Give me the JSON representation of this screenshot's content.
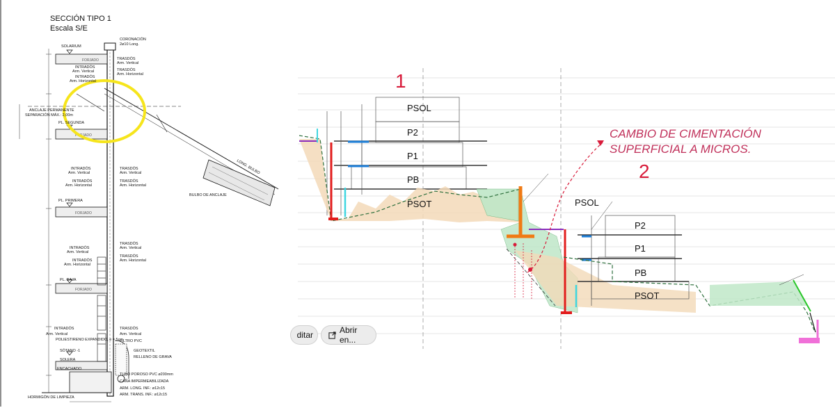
{
  "left_section": {
    "title": "SECCIÓN TIPO 1",
    "scale": "Escala S/E",
    "labels": {
      "solarium": "SOLARIUM",
      "coronacion": "CORONACIÓN",
      "coronacion_sub": "2ø10 Long.",
      "trasdos": "TRASDÓS",
      "intrados": "INTRADÓS",
      "arm_vertical": "Arm. Vertical",
      "arm_horizontal": "Arm. Horizontal",
      "anclaje": "ANCLAJE PERMANENTE",
      "separacion": "SEPARACIÓN MÁX.: 2,00m",
      "pl_segunda": "PL. SEGUNDA",
      "pl_primera": "PL. PRIMERA",
      "pl_baja": "PL. BAJA",
      "sotano": "SÓTANO -1",
      "solera": "SOLERA",
      "encachado": "ENCACHADO",
      "forjado": "FORJADO",
      "bulbo": "BULBO DE ANCLAJE",
      "long_bulbo": "LONG. BULBO",
      "filtro": "FILTRO PVC",
      "poliestireno": "POLIESTIRENO EXPANDIDO, e = 5cm",
      "geotextil": "GEOTEXTIL",
      "relleno": "RELLENO DE GRAVA",
      "tubo": "TUBO POROSO PVC ø200mm",
      "cana": "CAÑA IMPERMEABILIZADA",
      "arm_long": "ARM. LONG. INF.: ø12c15",
      "arm_trans": "ARM. TRANS. INF.: ø12c15",
      "hormigon": "HORMIGÓN DE LIMPIEZA"
    }
  },
  "right_section": {
    "marker_1": "1",
    "marker_2": "2",
    "annotation_line1": "CAMBIO DE CIMENTACIÓN",
    "annotation_line2": "SUPERFICIAL A MICROS.",
    "building1": {
      "psol": "PSOL",
      "p2": "P2",
      "p1": "P1",
      "pb": "PB",
      "psot": "PSOT"
    },
    "building2": {
      "psol": "PSOL",
      "p2": "P2",
      "p1": "P1",
      "pb": "PB",
      "psot": "PSOT"
    }
  },
  "overlay": {
    "edit_label": "ditar",
    "open_label": "Abrir en...",
    "open_icon": "external-link-icon"
  },
  "colors": {
    "highlight": "#f6e51c",
    "annotation": "#d81b3a",
    "wall_red": "#e21d1d",
    "wall_orange": "#f07a14",
    "slab_blue": "#1e7fd8",
    "cyan": "#3fd6e0",
    "purple": "#8a2bbd",
    "green_fill": "#bfe7c8",
    "tan_fill": "#f3d9b8",
    "pink": "#f070d8"
  }
}
